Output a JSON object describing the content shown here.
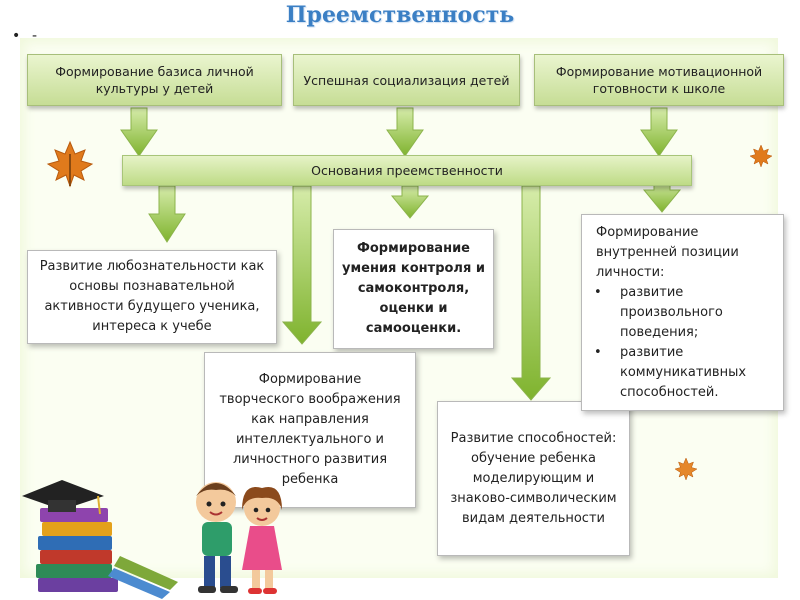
{
  "slide": {
    "title": "Преемственность",
    "bullet": "•",
    "bullet_text": "-"
  },
  "top_boxes": [
    {
      "text": "Формирование базиса личной культуры у детей"
    },
    {
      "text": "Успешная социализация детей"
    },
    {
      "text": "Формирование мотивационной готовности к школе"
    }
  ],
  "bar": {
    "text": "Основания преемственности"
  },
  "outcomes": {
    "curiosity": "Развитие любознательности как основы познавательной активности будущего ученика, интереса к учебе",
    "control": "Формирование умения контроля и самоконтроля, оценки и самооценки.",
    "imagination": "Формирование творческого воображения как направления интеллектуального и личностного развития ребенка",
    "abilities": "Развитие способностей: обучение ребенка моделирующим и знаково-символическим видам деятельности",
    "inner_position": {
      "title": "Формирование внутренней позиции личности:",
      "items": [
        "развитие произвольного поведения;",
        "развитие коммуникативных способностей."
      ]
    }
  },
  "colors": {
    "box_top": "#eaf5cf",
    "box_bottom": "#c6dd95",
    "arrow_fill": "#9cc94a",
    "title": "#3b7fc4"
  }
}
